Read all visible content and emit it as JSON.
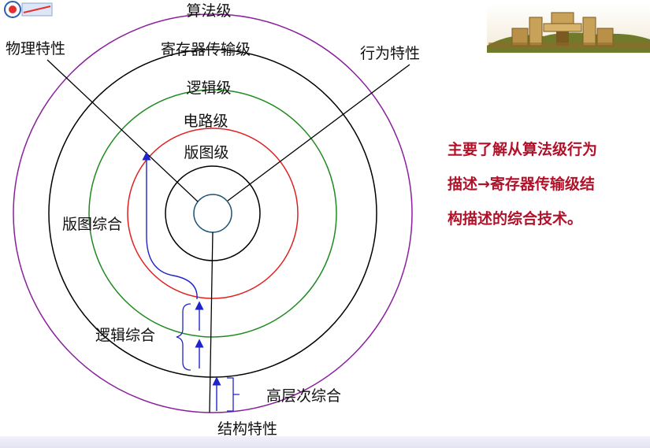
{
  "diagram": {
    "levels": {
      "algorithm": "算法级",
      "rtl": "寄存器传输级",
      "logic": "逻辑级",
      "circuit": "电路级",
      "layout": "版图级"
    },
    "axes": {
      "physical": "物理特性",
      "behavior": "行为特性",
      "structure": "结构特性"
    },
    "synthesis": {
      "layout": "版图综合",
      "logic": "逻辑综合",
      "high_level": "高层次综合"
    },
    "colors": {
      "algorithm_ring": "#8a1f9e",
      "rtl_ring": "#000000",
      "logic_ring": "#1f8a1f",
      "circuit_ring": "#e02020",
      "inner_ring": "#000000",
      "core_ring": "#1a5276",
      "arrow": "#1f24c8",
      "note_text": "#b0122a"
    }
  },
  "note": {
    "lines": [
      "主要了解从算法级行为",
      "描述→寄存器传输级结",
      "构描述的综合技术。"
    ]
  }
}
